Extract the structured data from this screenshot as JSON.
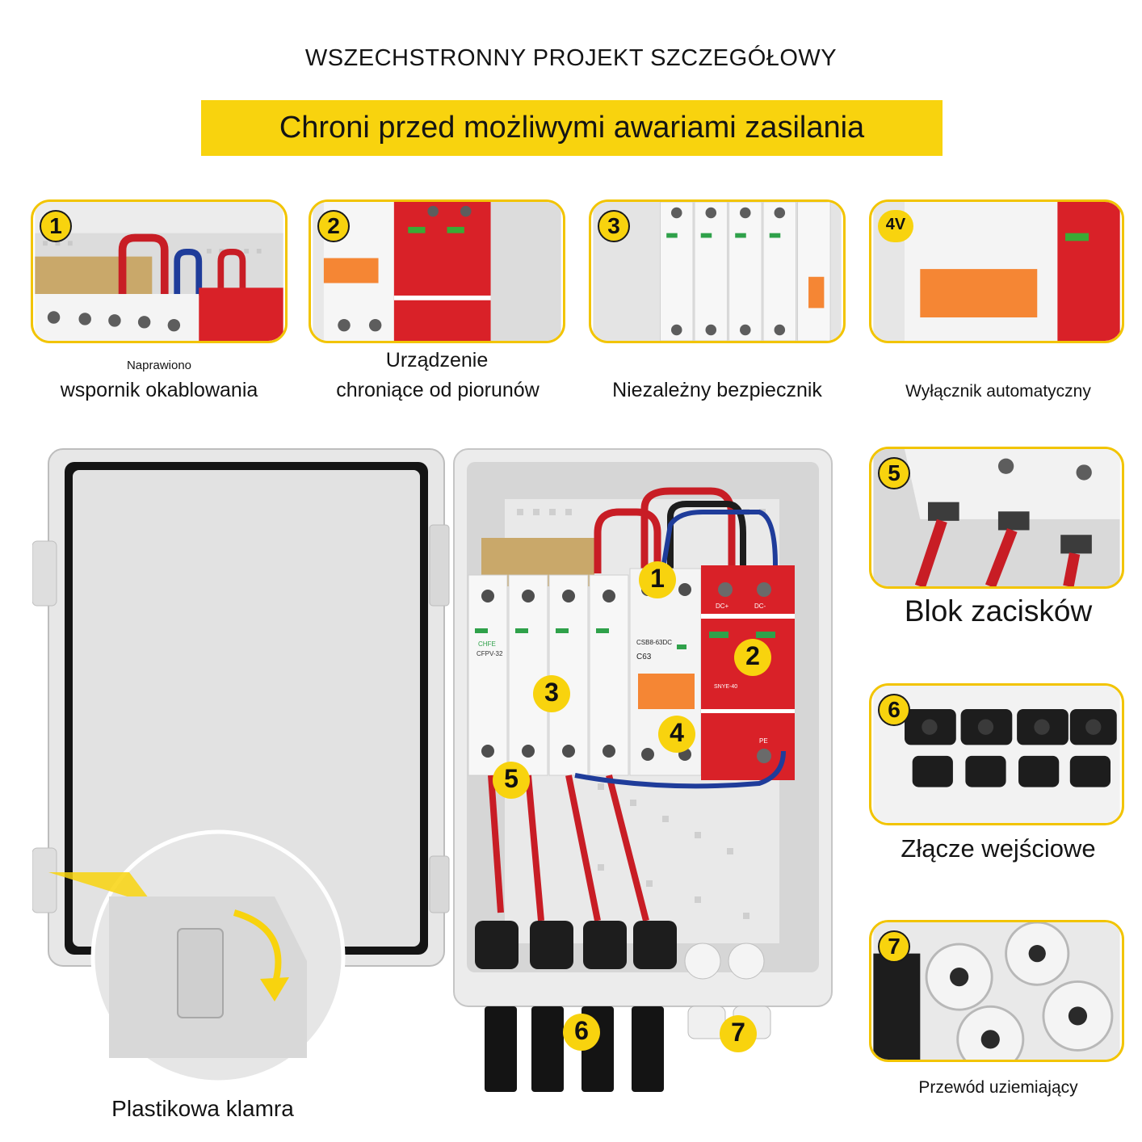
{
  "header": {
    "title": "WSZECHSTRONNY PROJEKT SZCZEGÓŁOWY",
    "banner": "Chroni przed możliwymi awariami zasilania"
  },
  "colors": {
    "accent": "#f8d30e",
    "border": "#f2c400",
    "spd_red": "#d92128",
    "breaker_orange": "#f58634"
  },
  "features": [
    {
      "num": "1",
      "caption_small": "Naprawiono",
      "caption": "wspornik okablowania"
    },
    {
      "num": "2",
      "caption_line1": "Urządzenie",
      "caption_line2": "chroniące od piorunów"
    },
    {
      "num": "3",
      "caption": "Niezależny bezpiecznik"
    },
    {
      "num": "4V",
      "caption": "Wyłącznik automatyczny"
    },
    {
      "num": "5",
      "caption": "Blok zacisków"
    },
    {
      "num": "6",
      "caption": "Złącze wejściowe"
    },
    {
      "num": "7",
      "caption": "Przewód uziemiający"
    }
  ],
  "main": {
    "badges": [
      "1",
      "2",
      "3",
      "4",
      "5",
      "6",
      "7"
    ],
    "clamp_caption": "Plastikowa klamra"
  },
  "device_labels": {
    "brand": "CHFE",
    "fuse_model": "CFPV-32",
    "breaker_model": "CSB8-63DC",
    "breaker_rating": "C63",
    "spd_model": "SNYE-40",
    "dc_plus": "DC+",
    "dc_minus": "DC-",
    "pe": "PE"
  }
}
